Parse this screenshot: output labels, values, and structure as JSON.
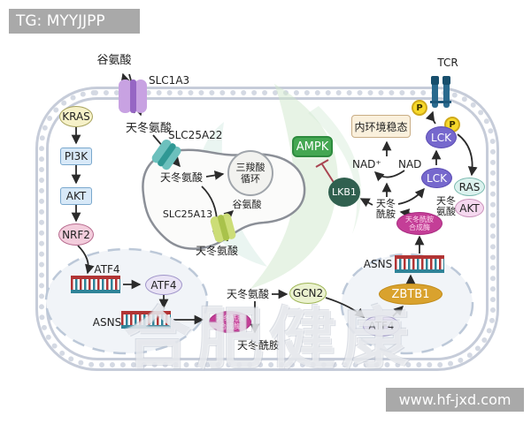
{
  "header": {
    "tag_label": "TG: MYYJJPP"
  },
  "footer": {
    "website": "www.hf-jxd.com"
  },
  "watermark_text": "合肥健康",
  "diagram": {
    "membrane_transporters": {
      "slc1a3": "SLC1A3",
      "slc25a22": "SLC25A22",
      "slc25a13": "SLC25A13"
    },
    "metabolites": {
      "glutamate_extracellular": "谷氨酸",
      "aspartate_cytosol_top": "天冬氨酸",
      "aspartate_mitochondria": "天冬氨酸",
      "glutamate_mitochondria": "谷氨酸",
      "aspartate_cytosol_bottom": "天冬氨酸",
      "asparagine_bottom": "天冬酰胺",
      "asparagine_right": "天冬酰胺",
      "aspartate_right": "天冬氨酸",
      "nad_plus": "NAD⁺",
      "nad": "NAD"
    },
    "proteins": {
      "kras": "KRAS",
      "pi3k": "PI3K",
      "akt_left": "AKT",
      "nrf2": "NRF2",
      "atf4_gene_label": "ATF4",
      "atf4_protein_left": "ATF4",
      "asns_gene_label_left": "ASNS",
      "gcn2": "GCN2",
      "ampk": "AMPK",
      "lkb1": "LKB1",
      "lck_upper": "LCK",
      "lck_lower": "LCK",
      "ras": "RAS",
      "akt_right": "AKT",
      "tcr": "TCR",
      "asns_gene_label_right": "ASNS",
      "zbtb1": "ZBTB1",
      "atf4_protein_right": "ATF4",
      "phospho_badge": "P"
    },
    "enzymes": {
      "asns_enzyme_left": "天冬酰胺合成酶",
      "asns_enzyme_right": "天冬酰胺合成酶"
    },
    "annotations": {
      "tca_cycle": "三羧酸循环",
      "homeostasis": "内环境稳态"
    },
    "colors": {
      "banner_gray": "#a9a9a9",
      "ampk_green": "#44a752",
      "lkb1_dark_green": "#30604f",
      "lck_purple": "#7668cd",
      "zbtb1_gold": "#d9a22e",
      "asns_enzyme_magenta": "#c43e97",
      "dna_red": "#b13434",
      "dna_teal": "#2f8398",
      "inhibition_red": "#a94451",
      "homeostasis_cream": "#faf0dc"
    }
  }
}
